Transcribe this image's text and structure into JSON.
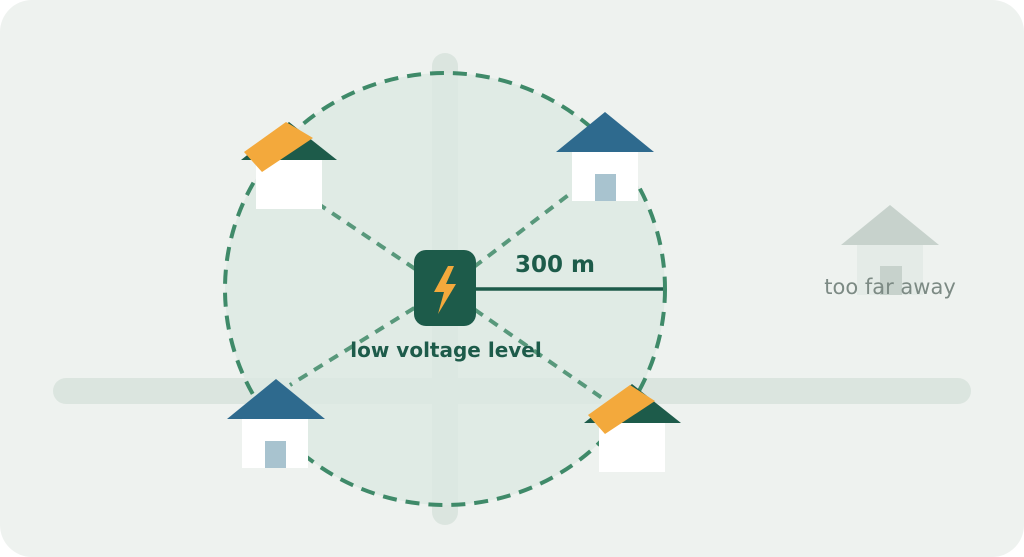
{
  "labels": {
    "radius": "300 m",
    "center": "low voltage level",
    "far": "too far away"
  },
  "icons": {
    "hub": "lightning-bolt-icon",
    "house": "house-icon",
    "solar": "solar-panel-icon"
  },
  "colors": {
    "background": "#eef2ef",
    "road": "#dbe5df",
    "circle_fill": "#dce8e2",
    "circle_stroke": "#3f8a69",
    "hub": "#1d5b4a",
    "bolt": "#f3a93c",
    "house_blue_roof": "#2e6a8e",
    "house_green_roof": "#1d5b4a",
    "solar_panel": "#f3a93c",
    "house_wall": "#ffffff",
    "window": "#a8c3cf",
    "far_house": "#c7d2cc",
    "dark_text": "#1d5b4a",
    "far_text": "#7c8a84"
  }
}
